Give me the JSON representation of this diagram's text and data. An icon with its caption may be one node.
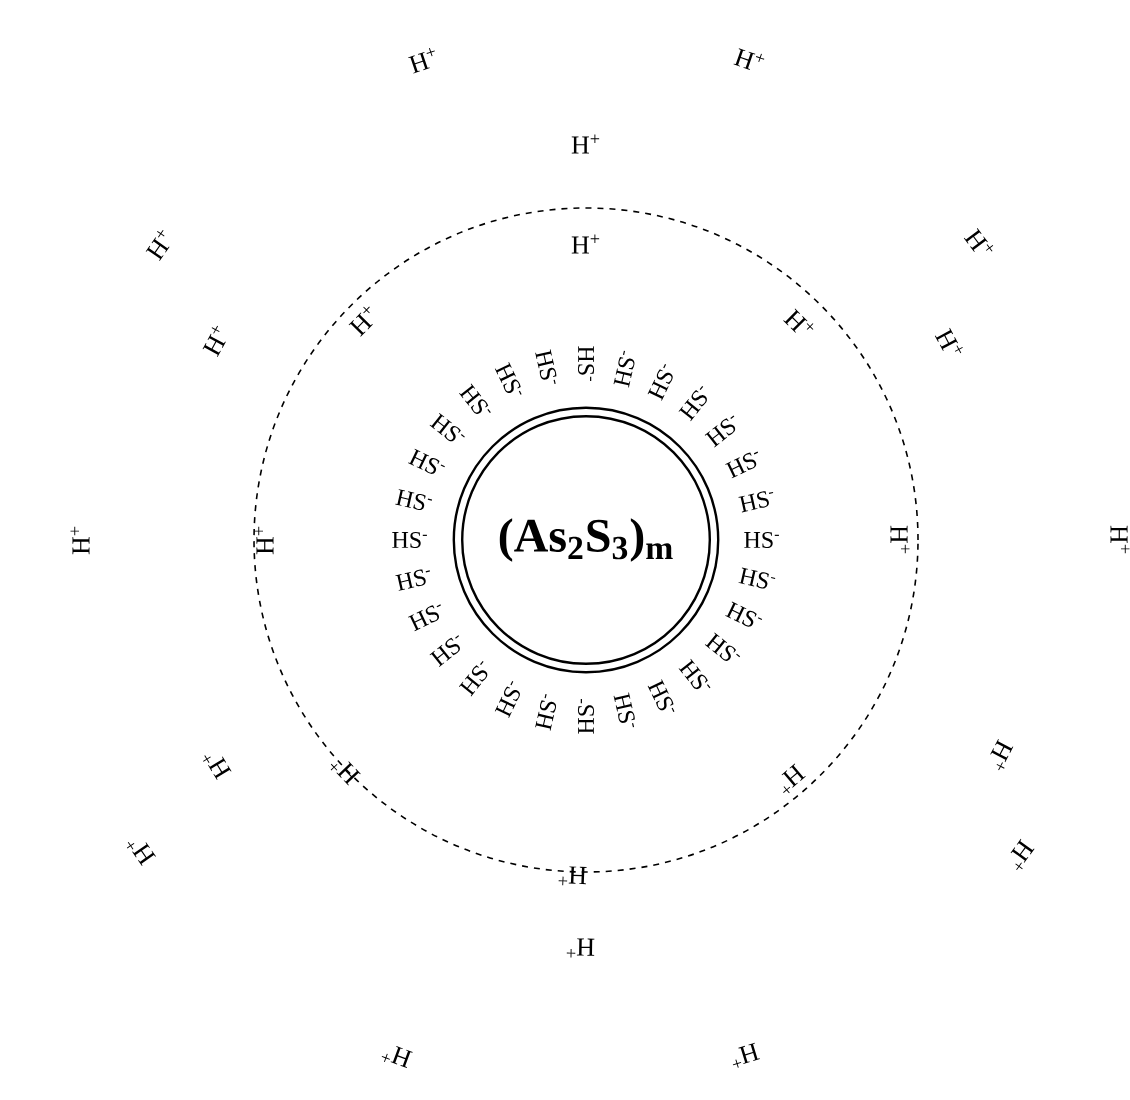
{
  "diagram": {
    "nodes": [
      {
        "text": [],
        "shape": "circle"
      },
      {
        "text": [
          "(As$_{2}$S$_{3}$)$_{m}$"
        ],
        "in": 0
      }
    ],
    "labels": [
      "HS$^{-}$",
      "HS$^{-}$",
      "HS$^{-}$",
      "HS$^{-}$",
      "HS$^{-}$",
      "HS$^{-}$",
      "HS$^{-}$",
      "HS$^{-}$",
      "HS$^{-}$",
      "HS$^{-}$",
      "HS$^{-}$",
      "HS$^{-}$",
      "HS$^{-}$",
      "HS$^{-}$",
      "HS$^{-}$",
      "HS$^{-}$",
      "HS$^{-}$",
      "HS$^{-}$",
      "HS$^{-}$",
      "HS$^{-}$",
      "HS$^{-}$",
      "HS$^{-}$",
      "HS$^{-}$",
      "HS$^{-}$",
      "HS$^{-}$",
      "HS$^{-}$",
      "HS$^{-}$",
      "HS$^{-}$",
      "H$^{+}$",
      "H$^{+}$",
      "H$^{+}$",
      "H$^{+}$",
      "H$^{+}$",
      "H$^{+}$",
      "H$^{+}$",
      "H$^{+}$",
      "H$^{+}$",
      "H$^{+}$",
      "H$^{+}$",
      "H$^{+}$",
      "H$^{+}$",
      "H$^{+}$",
      "H$^{+}$",
      "H$^{+}$",
      "H$^{+}$",
      "H$^{+}$",
      "H$^{+}$",
      "H$^{+}$",
      "H$^{+}$",
      "H$^{+}$",
      "H$^{+}$",
      "H$^{+}$"
    ]
  }
}
